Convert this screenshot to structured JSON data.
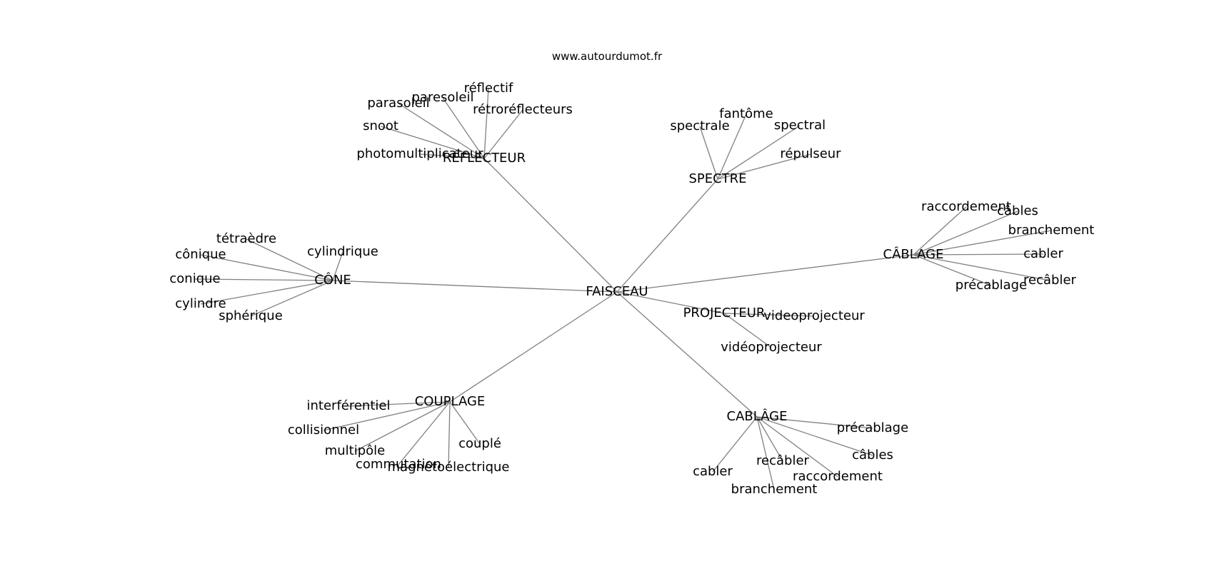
{
  "site": "www.autourdumot.fr",
  "graph": {
    "center": "FAISCEAU",
    "groups": [
      {
        "label": "RÉFLECTEUR",
        "words": [
          "photomultiplicateur",
          "snoot",
          "parasoleil",
          "paresoleil",
          "réflectif",
          "rétroréflecteurs"
        ]
      },
      {
        "label": "SPECTRE",
        "words": [
          "spectrale",
          "fantôme",
          "spectral",
          "répulseur"
        ]
      },
      {
        "label": "CÂBLAGE",
        "words": [
          "raccordement",
          "câbles",
          "branchement",
          "cabler",
          "recâbler",
          "précablage"
        ]
      },
      {
        "label": "CÔNE",
        "words": [
          "tétraèdre",
          "cônique",
          "cylindrique",
          "conique",
          "cylindre",
          "sphérique"
        ]
      },
      {
        "label": "PROJECTEUR",
        "words": [
          "videoprojecteur",
          "vidéoprojecteur"
        ]
      },
      {
        "label": "COUPLAGE",
        "words": [
          "interférentiel",
          "collisionnel",
          "multipôle",
          "commutation",
          "magnétoélectrique",
          "couplé"
        ]
      },
      {
        "label": "CABLÂGE",
        "words": [
          "précablage",
          "câbles",
          "raccordement",
          "recâbler",
          "branchement",
          "cabler"
        ]
      }
    ]
  }
}
